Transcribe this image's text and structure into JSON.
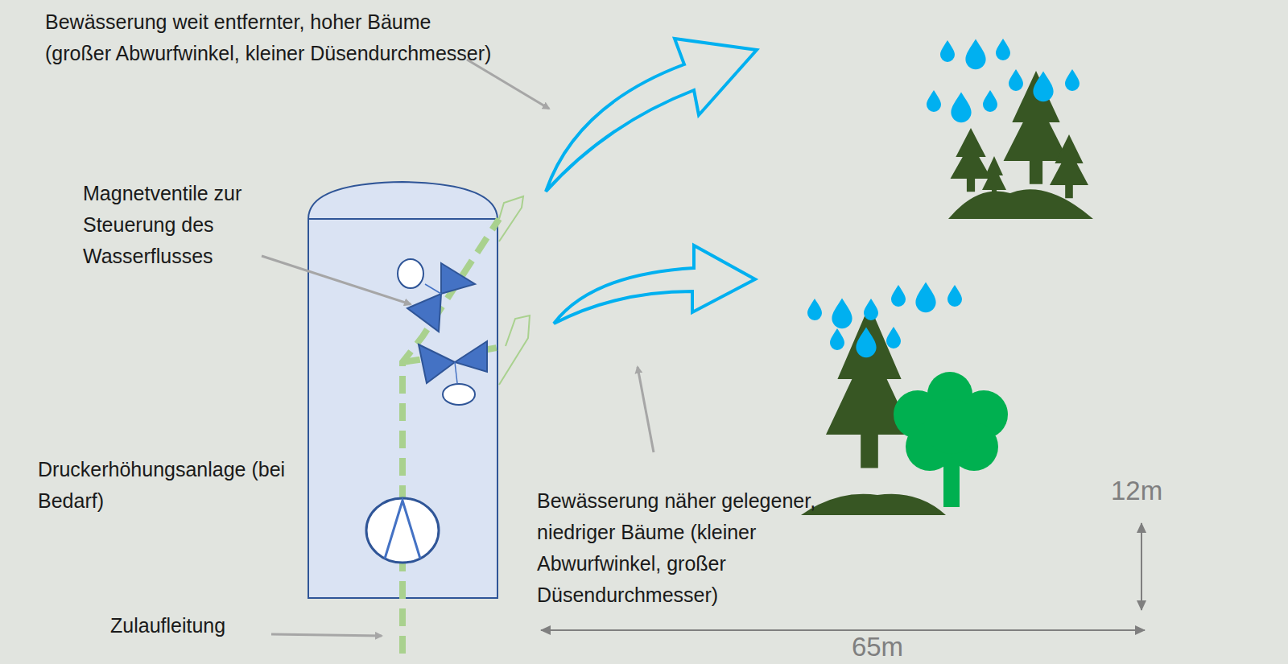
{
  "diagram": {
    "labels": [
      "Bewässerung weit entfernter, hoher Bäume (großer Abwurfwinkel, kleiner Düsendurchmesser)",
      "Magnetventile zur Steuerung des Wasserflusses",
      "Druckerhöhungsanlage (bei Bedarf)",
      "Zulaufleitung",
      "Bewässerung näher gelegener, niedriger Bäume (kleiner Abwurfwinkel, großer Düsendurchmesser)",
      "12m",
      "65m"
    ]
  }
}
